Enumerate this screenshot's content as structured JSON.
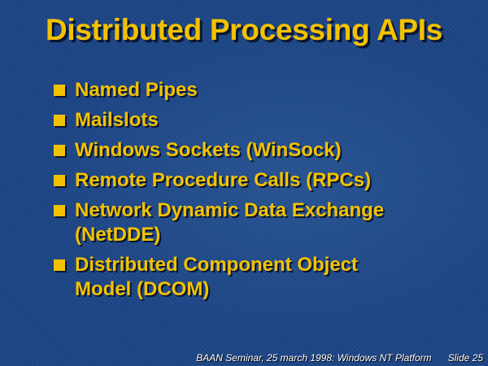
{
  "title": "Distributed Processing APIs",
  "bullets": [
    "Named Pipes",
    "Mailslots",
    "Windows Sockets (WinSock)",
    "Remote Procedure Calls (RPCs)",
    "Network Dynamic Data Exchange (NetDDE)",
    "Distributed Component Object Model (DCOM)"
  ],
  "footer": {
    "text": "BAAN Seminar, 25 march 1998: Windows NT Platform",
    "slide": "Slide 25"
  },
  "colors": {
    "background": "#1d4585",
    "text": "#f2c200"
  }
}
